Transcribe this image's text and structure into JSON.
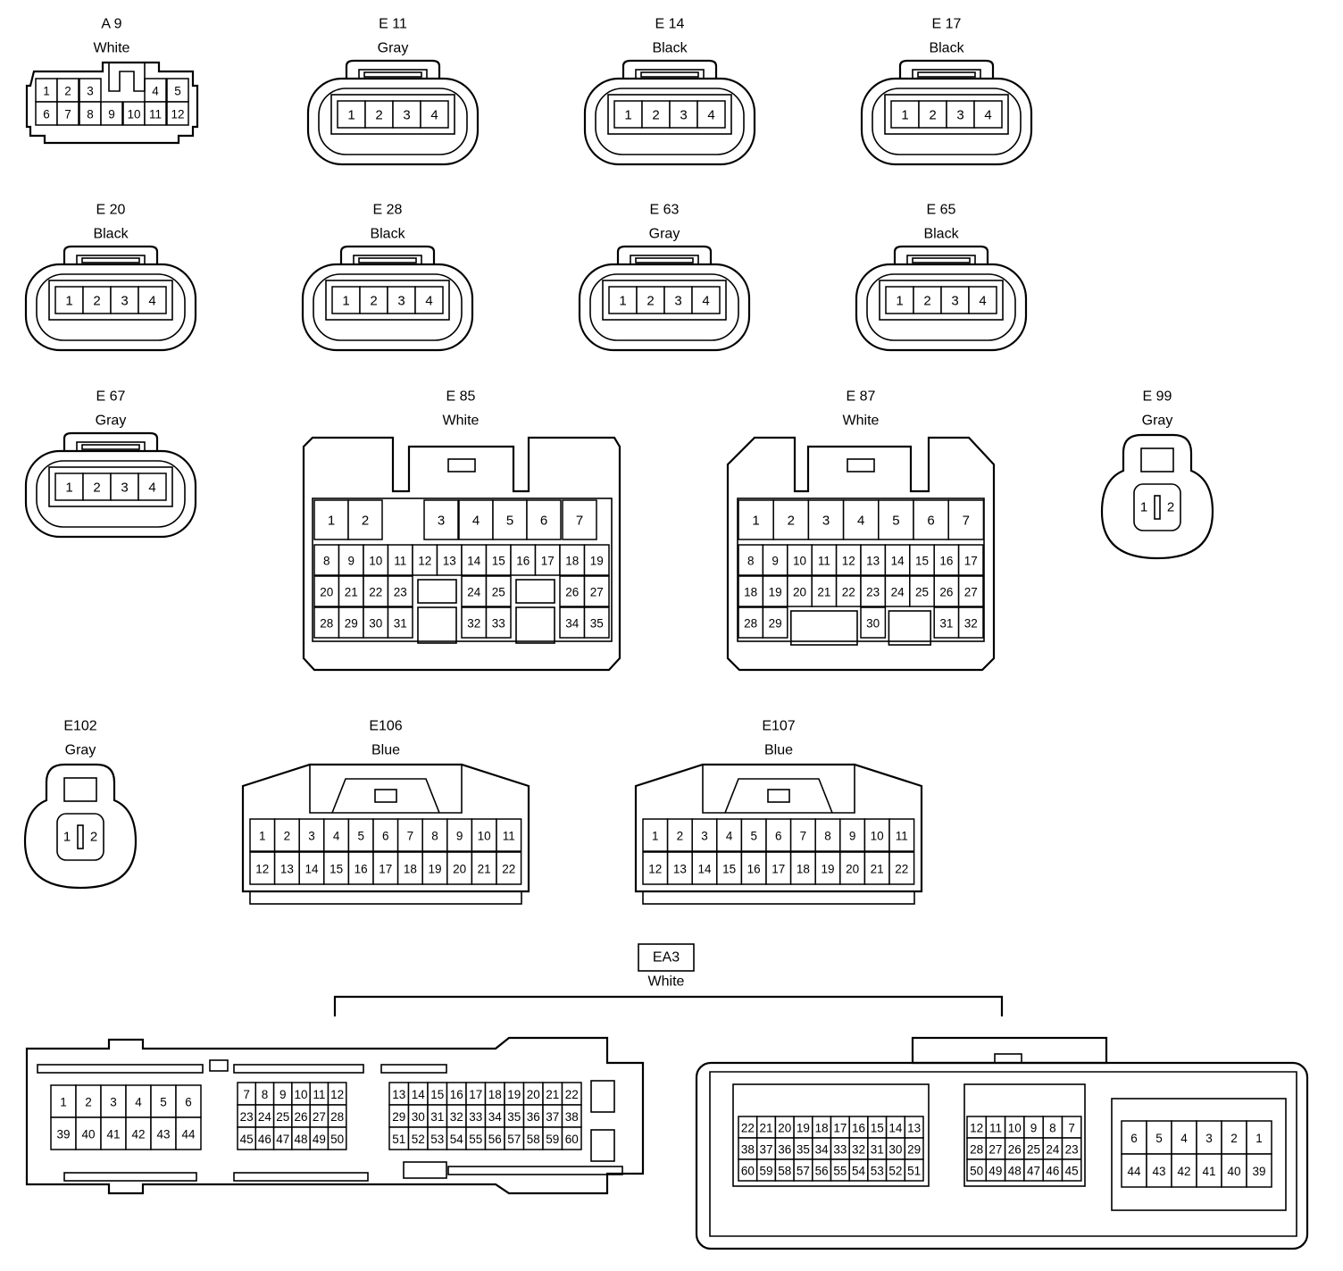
{
  "connectors": [
    {
      "id": "A 9",
      "color": "White",
      "pins": [
        "1",
        "2",
        "3",
        "4",
        "5",
        "6",
        "7",
        "8",
        "9",
        "10",
        "11",
        "12"
      ]
    },
    {
      "id": "E 11",
      "color": "Gray",
      "pins": [
        "1",
        "2",
        "3",
        "4"
      ]
    },
    {
      "id": "E 14",
      "color": "Black",
      "pins": [
        "1",
        "2",
        "3",
        "4"
      ]
    },
    {
      "id": "E 17",
      "color": "Black",
      "pins": [
        "1",
        "2",
        "3",
        "4"
      ]
    },
    {
      "id": "E 20",
      "color": "Black",
      "pins": [
        "1",
        "2",
        "3",
        "4"
      ]
    },
    {
      "id": "E 28",
      "color": "Black",
      "pins": [
        "1",
        "2",
        "3",
        "4"
      ]
    },
    {
      "id": "E 63",
      "color": "Gray",
      "pins": [
        "1",
        "2",
        "3",
        "4"
      ]
    },
    {
      "id": "E 65",
      "color": "Black",
      "pins": [
        "1",
        "2",
        "3",
        "4"
      ]
    },
    {
      "id": "E 67",
      "color": "Gray",
      "pins": [
        "1",
        "2",
        "3",
        "4"
      ]
    },
    {
      "id": "E 85",
      "color": "White",
      "pins": [
        "1",
        "2",
        "3",
        "4",
        "5",
        "6",
        "7",
        "8",
        "9",
        "10",
        "11",
        "12",
        "13",
        "14",
        "15",
        "16",
        "17",
        "18",
        "19",
        "20",
        "21",
        "22",
        "23",
        "24",
        "25",
        "26",
        "27",
        "28",
        "29",
        "30",
        "31",
        "32",
        "33",
        "34",
        "35"
      ]
    },
    {
      "id": "E 87",
      "color": "White",
      "pins": [
        "1",
        "2",
        "3",
        "4",
        "5",
        "6",
        "7",
        "8",
        "9",
        "10",
        "11",
        "12",
        "13",
        "14",
        "15",
        "16",
        "17",
        "18",
        "19",
        "20",
        "21",
        "22",
        "23",
        "24",
        "25",
        "26",
        "27",
        "28",
        "29",
        "30",
        "31",
        "32"
      ]
    },
    {
      "id": "E 99",
      "color": "Gray",
      "pins": [
        "1",
        "2"
      ]
    },
    {
      "id": "E102",
      "color": "Gray",
      "pins": [
        "1",
        "2"
      ]
    },
    {
      "id": "E106",
      "color": "Blue",
      "pins": [
        "1",
        "2",
        "3",
        "4",
        "5",
        "6",
        "7",
        "8",
        "9",
        "10",
        "11",
        "12",
        "13",
        "14",
        "15",
        "16",
        "17",
        "18",
        "19",
        "20",
        "21",
        "22"
      ]
    },
    {
      "id": "E107",
      "color": "Blue",
      "pins": [
        "1",
        "2",
        "3",
        "4",
        "5",
        "6",
        "7",
        "8",
        "9",
        "10",
        "11",
        "12",
        "13",
        "14",
        "15",
        "16",
        "17",
        "18",
        "19",
        "20",
        "21",
        "22"
      ]
    },
    {
      "id": "EA3",
      "color": "White",
      "pins": []
    }
  ]
}
